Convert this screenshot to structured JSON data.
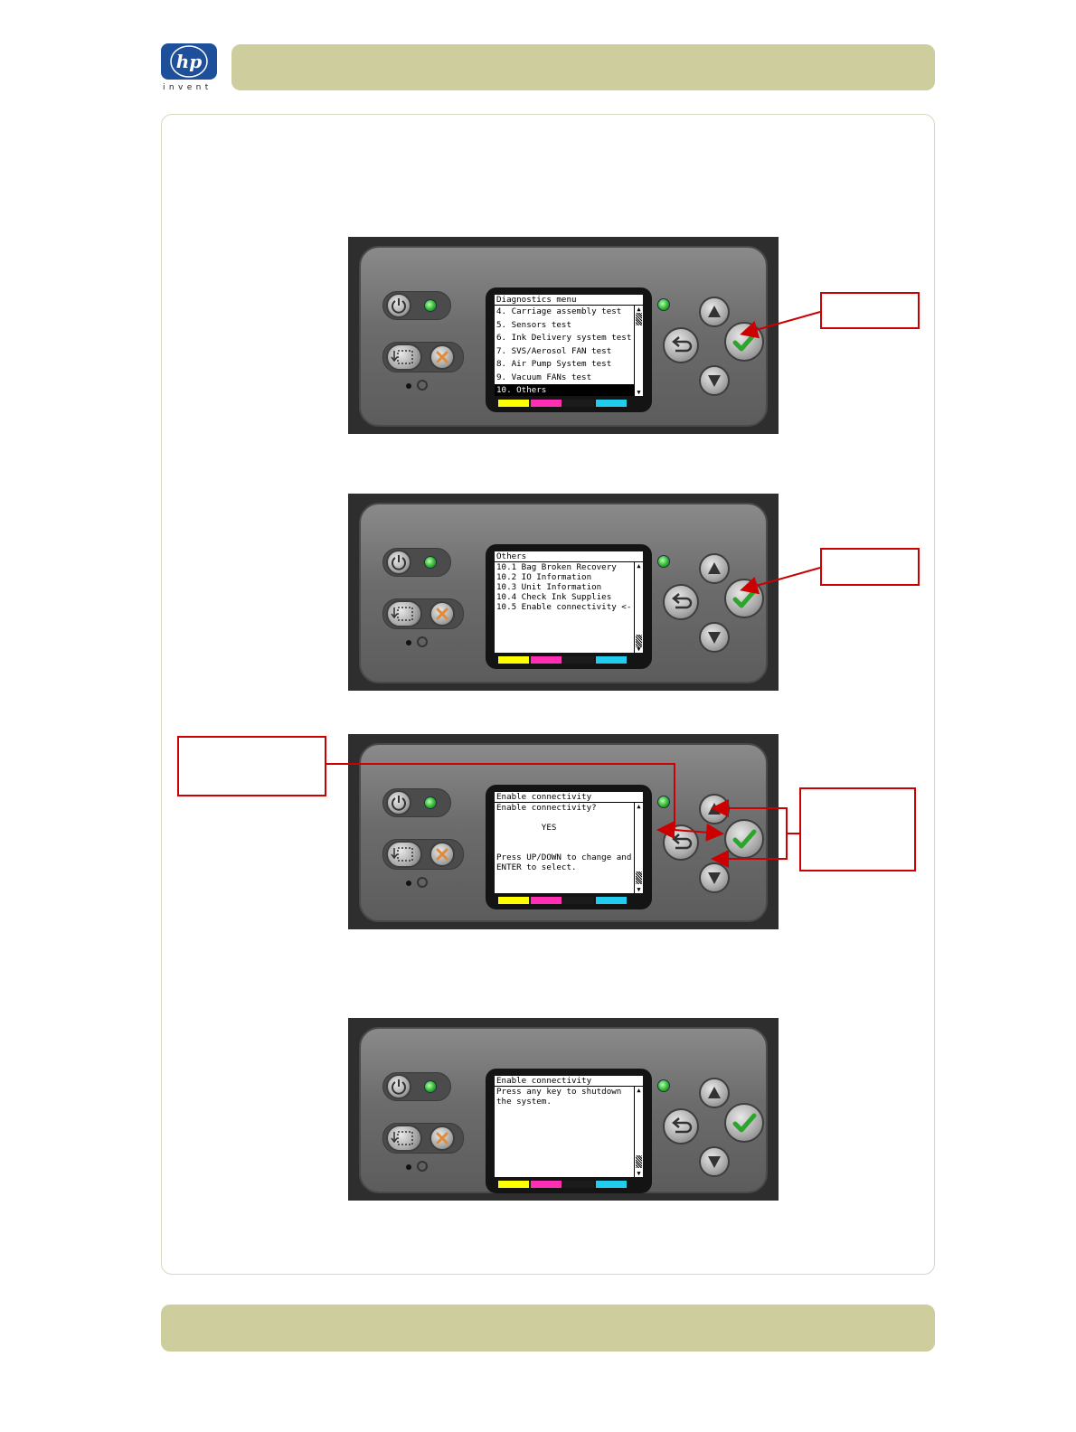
{
  "brand": {
    "logo_text": "hp",
    "tagline": "invent",
    "bar_color": "#cdcd9e"
  },
  "panels": [
    {
      "screen_title": "Diagnostics menu",
      "lines": [
        "4. Carriage assembly test",
        "5. Sensors test",
        "6. Ink Delivery system test",
        "7. SVS/Aerosol FAN test",
        "8. Air Pump System test",
        "9. Vacuum FANs test",
        "10. Others"
      ],
      "selected_index": 6,
      "callout_target": "enter-button"
    },
    {
      "screen_title": "Others",
      "lines": [
        "10.1 Bag Broken Recovery",
        "10.2 IO Information",
        "10.3 Unit Information",
        "10.4 Check Ink Supplies",
        "10.5 Enable connectivity <-"
      ],
      "callout_target": "enter-button"
    },
    {
      "screen_title": "Enable connectivity",
      "lines": [
        "Enable connectivity?",
        "",
        "         YES",
        "",
        "",
        "Press UP/DOWN to change and",
        "ENTER to select."
      ],
      "callout_target": "back-up-enter-down"
    },
    {
      "screen_title": "Enable connectivity",
      "lines": [
        "Press any key to shutdown",
        "the system."
      ]
    }
  ],
  "ink_colors": [
    "#ffff00",
    "#ff2fb4",
    "#1b1b1b",
    "#22ccee"
  ],
  "accent": "#cc0000"
}
